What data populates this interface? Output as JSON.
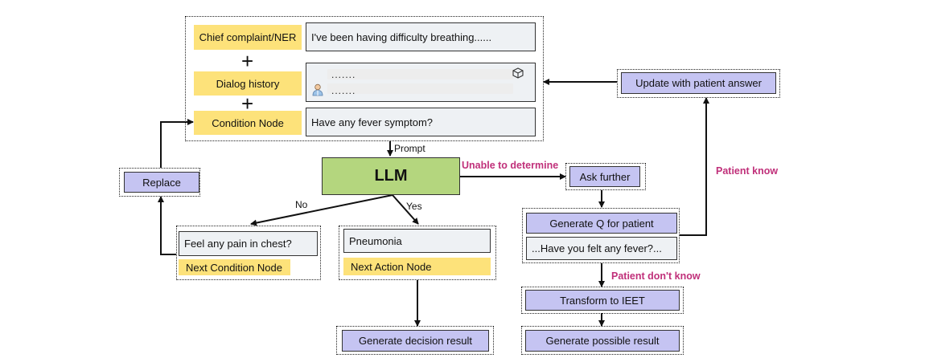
{
  "prompt_panel": {
    "chief_complaint_label": "Chief complaint/NER",
    "chief_complaint_text": "I've been having difficulty breathing......",
    "plus_1": "+",
    "dialog_history_label": "Dialog history",
    "dialog_line_1": ".......",
    "dialog_line_2": ".......",
    "plus_2": "+",
    "condition_node_label": "Condition Node",
    "condition_node_text": "Have any fever symptom?"
  },
  "llm": {
    "label": "LLM"
  },
  "edges": {
    "prompt": "Prompt",
    "unable": "Unable to determine",
    "no": "No",
    "yes": "Yes",
    "patient_know": "Patient know",
    "patient_dont_know": "Patient don't know"
  },
  "replace": {
    "label": "Replace"
  },
  "no_branch": {
    "question": "Feel any pain in chest?",
    "next_label": "Next Condition Node"
  },
  "yes_branch": {
    "answer": "Pneumonia",
    "next_label": "Next Action Node",
    "result": "Generate decision result"
  },
  "right_flow": {
    "ask_further": "Ask further",
    "generate_q": "Generate Q for patient",
    "question_text": "...Have you felt any fever?...",
    "update": "Update with patient answer",
    "transform": "Transform to IEET",
    "possible_result": "Generate possible result"
  },
  "colors": {
    "yellow": "#fde27a",
    "purple": "#c5c4f2",
    "green": "#b4d67e",
    "gray": "#eef1f4",
    "magenta": "#c0307a"
  },
  "icons": [
    "doctor-avatar-icon",
    "robot-icon"
  ]
}
